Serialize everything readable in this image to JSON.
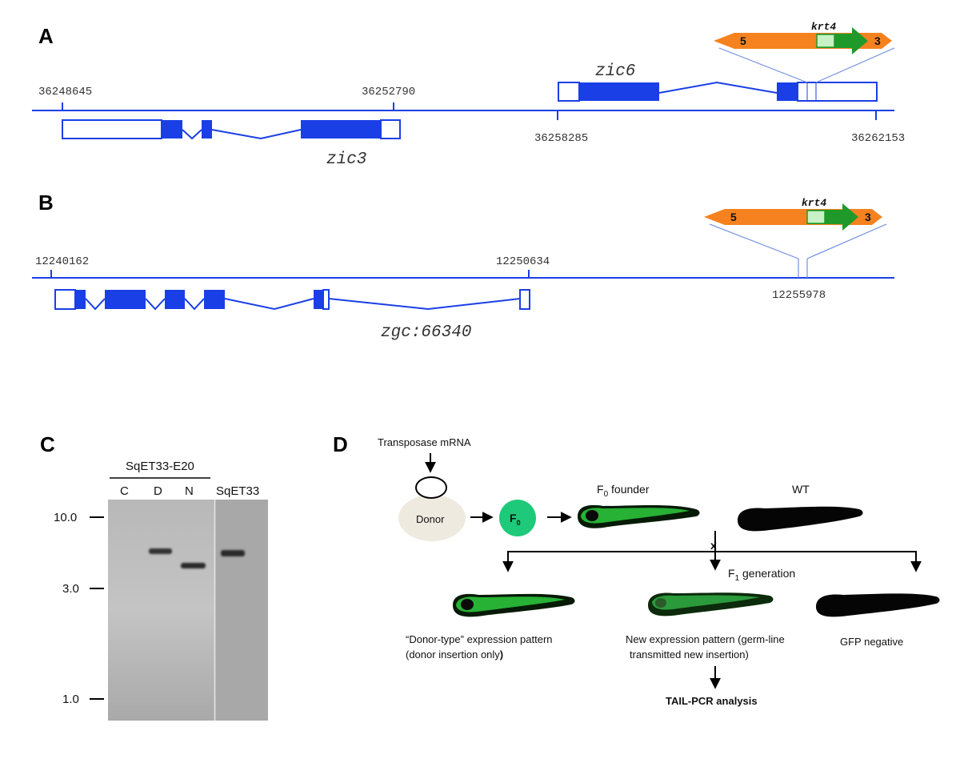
{
  "colors": {
    "gene_blue": "#1a3fe6",
    "cassette_orange": "#f5821f",
    "gfp_green": "#1f9a2a",
    "gfp_light": "#c9f1c6",
    "donor_fill": "#efeae0",
    "f0_green": "#1ec97a"
  },
  "panel_a": {
    "letter": "A",
    "coords": [
      "36248645",
      "36252790",
      "36258285",
      "36262153"
    ],
    "gene_top": "zic6",
    "gene_bottom": "zic3",
    "cassette": {
      "label": "krt4",
      "left_num": "5",
      "right_num": "3"
    }
  },
  "panel_b": {
    "letter": "B",
    "coords": [
      "12240162",
      "12250634",
      "12255978"
    ],
    "gene": "zgc:66340",
    "cassette": {
      "label": "krt4",
      "left_num": "5",
      "right_num": "3"
    }
  },
  "panel_c": {
    "letter": "C",
    "group_label": "SqET33-E20",
    "lanes": [
      "C",
      "D",
      "N"
    ],
    "control_lane": "SqET33",
    "markers": [
      "10.0",
      "3.0",
      "1.0"
    ]
  },
  "panel_d": {
    "letter": "D",
    "mrna": "Transposase mRNA",
    "donor": "Donor",
    "f0": {
      "main": "F",
      "sub": "0"
    },
    "founder": {
      "main": "F",
      "sub": "0",
      "rest": " founder"
    },
    "wt": "WT",
    "cross": "x",
    "f1": {
      "main": "F",
      "sub": "1",
      "rest": " generation"
    },
    "outcome_donor_line1": "“Donor-type” expression pattern",
    "outcome_donor_line2_a": "(donor insertion only",
    "outcome_donor_line2_b": ")",
    "outcome_new_line1": "New expression pattern (germ-line",
    "outcome_new_line2": "transmitted new insertion)",
    "outcome_neg": "GFP negative",
    "analysis": "TAIL-PCR analysis"
  }
}
